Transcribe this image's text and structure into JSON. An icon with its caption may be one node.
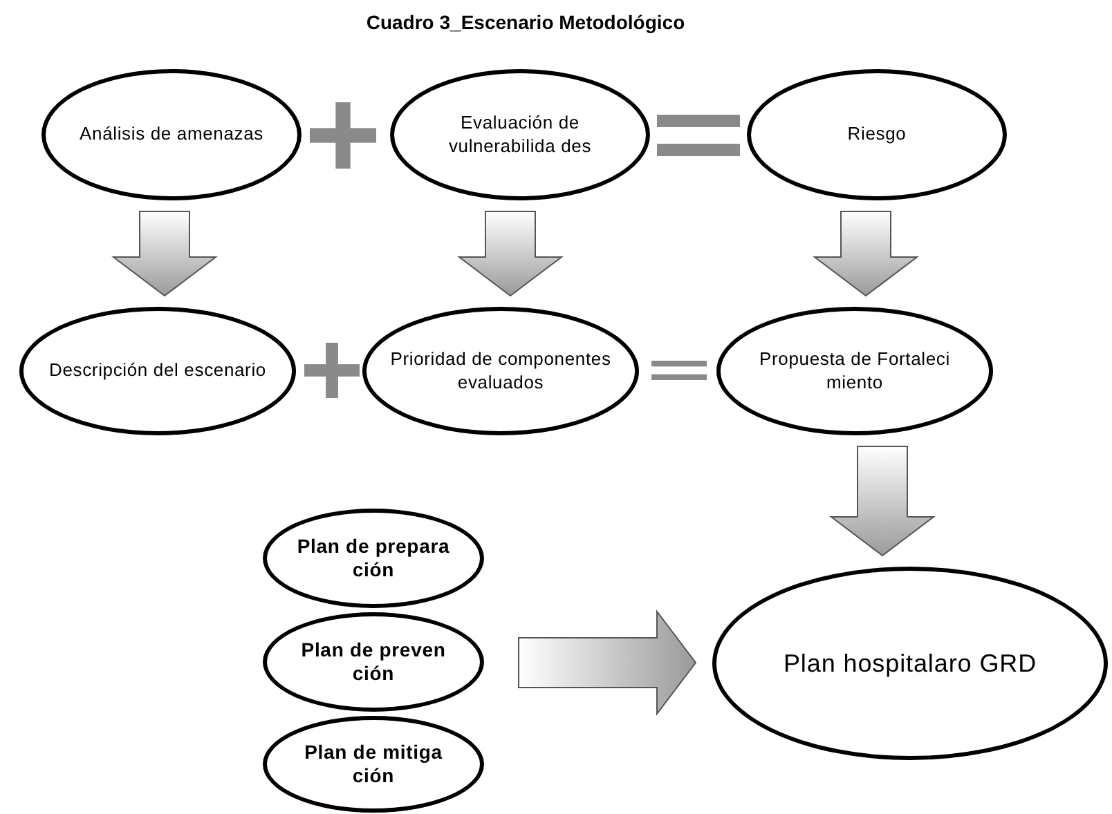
{
  "diagram": {
    "title": "Cuadro 3_Escenario Metodológico",
    "nodes": [
      {
        "text": [
          "Análisis de amenazas"
        ]
      },
      {
        "text": [
          "Evaluación de vulnerabilida des"
        ]
      },
      {
        "text": [
          "Riesgo"
        ]
      },
      {
        "text": [
          "Descripción del escenario"
        ]
      },
      {
        "text": [
          "Prioridad de componentes evaluados"
        ]
      },
      {
        "text": [
          "Propuesta de Fortaleci miento"
        ]
      },
      {
        "text": [
          "Plan de prepara ción"
        ]
      },
      {
        "text": [
          "Plan de preven ción"
        ]
      },
      {
        "text": [
          "Plan de mitiga ción"
        ]
      },
      {
        "text": [
          "Plan hospitalaro GRD"
        ]
      }
    ],
    "edges": [
      {
        "from": 0,
        "to": 3,
        "arrow": "to"
      },
      {
        "from": 1,
        "to": 4,
        "arrow": "to"
      },
      {
        "from": 2,
        "to": 5,
        "arrow": "to"
      },
      {
        "from": 5,
        "to": 9,
        "arrow": "to"
      },
      {
        "from": 7,
        "to": 9,
        "arrow": "to"
      }
    ]
  }
}
